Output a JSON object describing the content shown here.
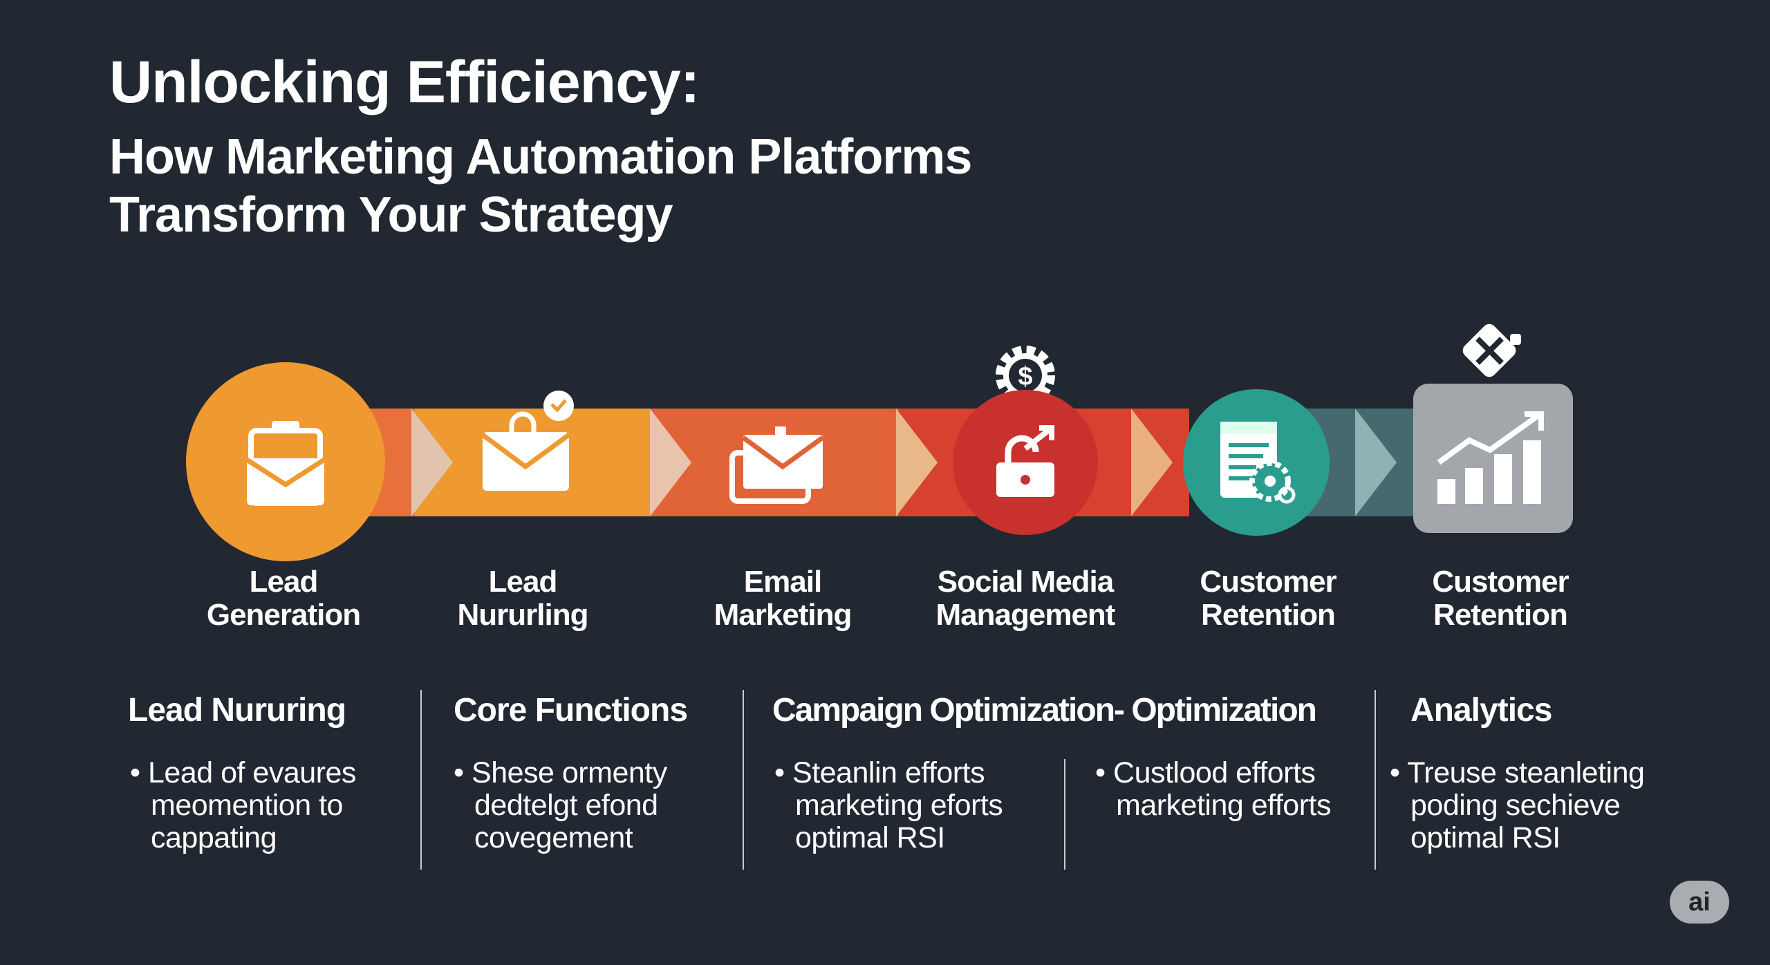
{
  "title": {
    "line1": "Unlocking Efficiency:",
    "line2": "How Marketing Automation Platforms",
    "line3": "Transform Your Strategy"
  },
  "steps": [
    {
      "label1": "Lead",
      "label2": "Generation",
      "icon": "briefcase-envelope-icon",
      "color": "#ee9a30"
    },
    {
      "label1": "Lead",
      "label2": "Nururling",
      "icon": "envelope-heart-icon",
      "color": "#ee9a30"
    },
    {
      "label1": "Email",
      "label2": "Marketing",
      "icon": "envelope-stack-icon",
      "color": "#e06438"
    },
    {
      "label1": "Social Media",
      "label2": "Management",
      "icon": "lock-dollar-gear-icon",
      "color": "#c8312e"
    },
    {
      "label1": "Customer",
      "label2": "Retention",
      "icon": "document-gear-icon",
      "color": "#2a9d8f"
    },
    {
      "label1": "Customer",
      "label2": "Retention",
      "icon": "chart-growth-icon",
      "color": "#a3a7ac"
    }
  ],
  "sections": [
    {
      "heading": "Lead Nururing",
      "bullet": "Lead of evaures meomention to cappating"
    },
    {
      "heading": "Core Functions",
      "bullet": "Shese ormenty dedtelgt efond covegement"
    },
    {
      "heading": "Campaign Optimization- Optimization",
      "bullet": "Steanlin efforts marketing eforts optimal RSI",
      "bullet2": "Custlood efforts marketing efforts"
    },
    {
      "heading": "Analytics",
      "bullet": "Treuse steanleting poding sechieve optimal RSI"
    }
  ],
  "badge": "ai"
}
